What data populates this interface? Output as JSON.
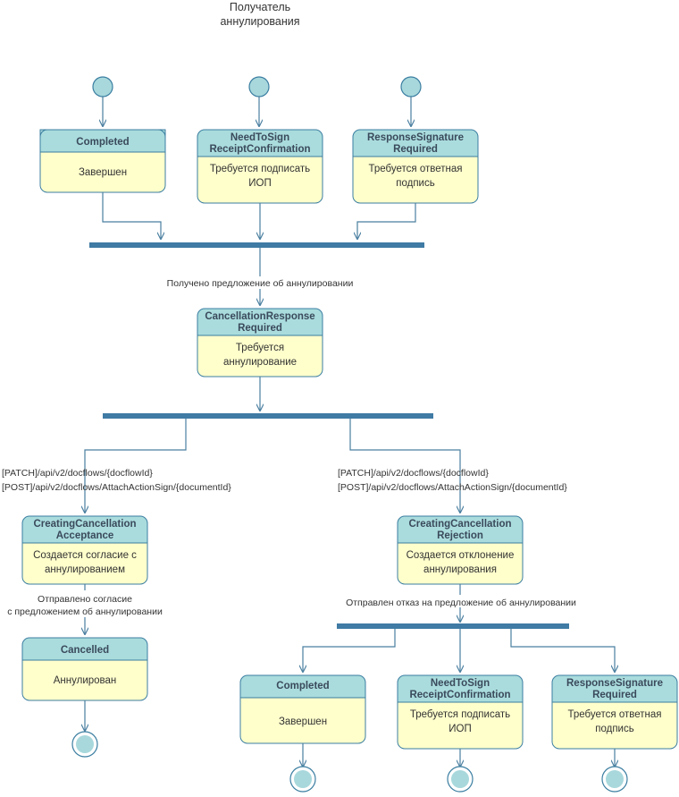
{
  "diagram": {
    "title_line1": "Получатель",
    "title_line2": "аннулирования",
    "colors": {
      "state_header": "#aadcdd",
      "state_body": "#ffffcc",
      "state_border": "#3b7ea1",
      "bar": "#3f7ba4",
      "flow_line": "#4a7fa0",
      "node_fill": "#a8d8dc"
    }
  },
  "states": {
    "completed_top": {
      "title": "Completed",
      "body_line1": "Завершен",
      "body_line2": ""
    },
    "needtosign_top": {
      "title_line1": "NeedToSign",
      "title_line2": "ReceiptConfirmation",
      "body_line1": "Требуется подписать",
      "body_line2": "ИОП"
    },
    "responsesignature_top": {
      "title_line1": "ResponseSignature",
      "title_line2": "Required",
      "body_line1": "Требуется ответная",
      "body_line2": "подпись"
    },
    "cancellation_response_required": {
      "title_line1": "CancellationResponse",
      "title_line2": "Required",
      "body_line1": "Требуется",
      "body_line2": "аннулирование"
    },
    "creating_cancellation_acceptance": {
      "title_line1": "CreatingCancellation",
      "title_line2": "Acceptance",
      "body_line1": "Создается согласие с",
      "body_line2": "аннулированием"
    },
    "creating_cancellation_rejection": {
      "title_line1": "CreatingCancellation",
      "title_line2": "Rejection",
      "body_line1": "Создается отклонение",
      "body_line2": "аннулирования"
    },
    "cancelled": {
      "title": "Cancelled",
      "body_line1": "Аннулирован",
      "body_line2": ""
    },
    "completed_bottom": {
      "title": "Completed",
      "body_line1": "Завершен",
      "body_line2": ""
    },
    "needtosign_bottom": {
      "title_line1": "NeedToSign",
      "title_line2": "ReceiptConfirmation",
      "body_line1": "Требуется подписать",
      "body_line2": "ИОП"
    },
    "responsesignature_bottom": {
      "title_line1": "ResponseSignature",
      "title_line2": "Required",
      "body_line1": "Требуется ответная",
      "body_line2": "подпись"
    }
  },
  "transitions": {
    "join_to_cancellation": "Получено предложение об аннулировании",
    "left_api_line1": "[PATCH]/api/v2/docflows/{docflowId}",
    "left_api_line2": "[POST]/api/v2/docflows/AttachActionSign/{documentId}",
    "right_api_line1": "[PATCH]/api/v2/docflows/{docflowId}",
    "right_api_line2": "[POST]/api/v2/docflows/AttachActionSign/{documentId}",
    "acceptance_sent_line1": "Отправлено согласие",
    "acceptance_sent_line2": "с предложением об аннулировании",
    "rejection_sent": "Отправлен отказ на предложение об аннулировании"
  },
  "nodes": {
    "initial_1": "initial-node",
    "initial_2": "initial-node",
    "initial_3": "initial-node",
    "final_cancelled": "final-node",
    "final_completed_bottom": "final-node",
    "final_needtosign_bottom": "final-node",
    "final_responsesignature_bottom": "final-node"
  }
}
